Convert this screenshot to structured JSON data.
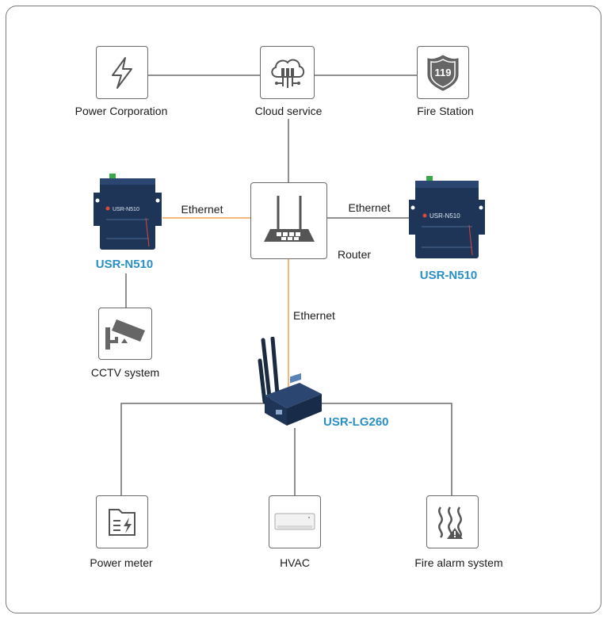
{
  "nodes": {
    "power_corporation": {
      "label": "Power Corporation",
      "icon": "lightning-icon"
    },
    "cloud_service": {
      "label": "Cloud service",
      "icon": "cloud-server-icon"
    },
    "fire_station": {
      "label": "Fire Station",
      "icon": "fire-station-shield-icon",
      "badge_text": "119"
    },
    "router": {
      "label": "Router",
      "icon": "router-icon"
    },
    "cctv": {
      "label": "CCTV system",
      "icon": "cctv-camera-icon"
    },
    "power_meter": {
      "label": "Power meter",
      "icon": "power-meter-icon"
    },
    "hvac": {
      "label": "HVAC",
      "icon": "air-conditioner-icon"
    },
    "fire_alarm": {
      "label": "Fire alarm system",
      "icon": "fire-alarm-heat-icon"
    }
  },
  "devices": {
    "left_n510": {
      "label": "USR-N510",
      "front_text": "USR-N510"
    },
    "right_n510": {
      "label": "USR-N510",
      "front_text": "USR-N510"
    },
    "lg260": {
      "label": "USR-LG260"
    }
  },
  "links": {
    "left_ethernet": "Ethernet",
    "right_ethernet": "Ethernet",
    "down_ethernet": "Ethernet"
  },
  "colors": {
    "ethernet_line": "#f0a14b",
    "gray_line": "#6b6b6b",
    "device_label": "#2a8fc4",
    "device_body": "#1f3558"
  }
}
